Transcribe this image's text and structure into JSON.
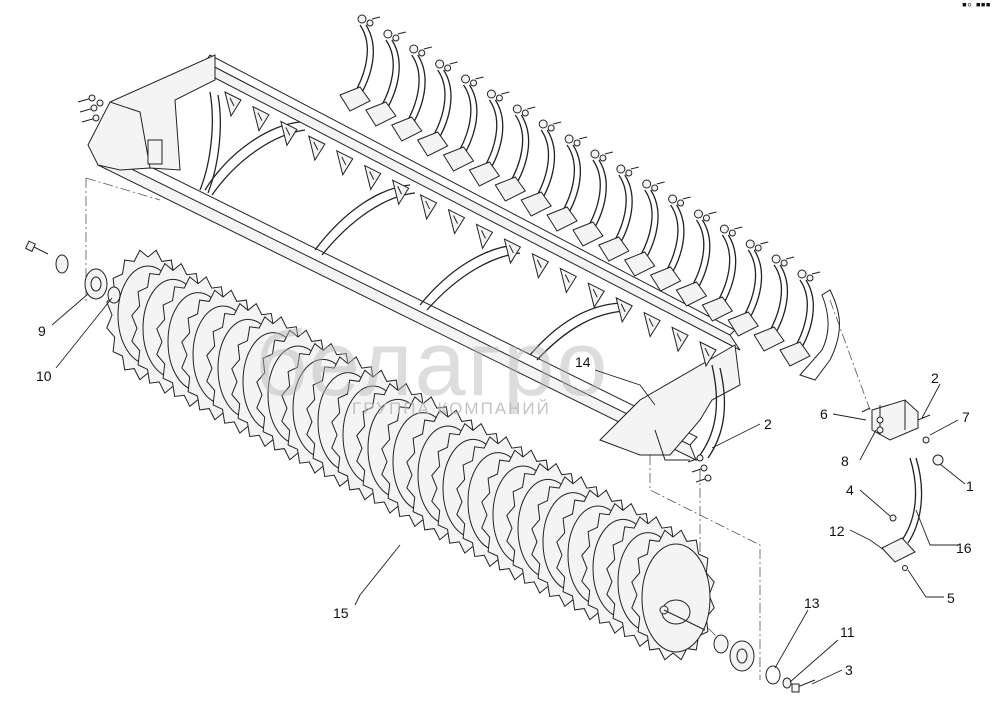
{
  "watermark": {
    "brand": "белагро",
    "subtitle": "ГРУППА КОМПАНИЙ"
  },
  "corner_mark": "▪◦ ▪▪▪",
  "callouts": [
    {
      "id": "c1",
      "text": "1"
    },
    {
      "id": "c2a",
      "text": "2"
    },
    {
      "id": "c2b",
      "text": "2"
    },
    {
      "id": "c3",
      "text": "3"
    },
    {
      "id": "c4",
      "text": "4"
    },
    {
      "id": "c5",
      "text": "5"
    },
    {
      "id": "c6",
      "text": "6"
    },
    {
      "id": "c7",
      "text": "7"
    },
    {
      "id": "c8",
      "text": "8"
    },
    {
      "id": "c9",
      "text": "9"
    },
    {
      "id": "c10",
      "text": "10"
    },
    {
      "id": "c11",
      "text": "11"
    },
    {
      "id": "c12",
      "text": "12"
    },
    {
      "id": "c13",
      "text": "13"
    },
    {
      "id": "c14",
      "text": "14"
    },
    {
      "id": "c15",
      "text": "15"
    },
    {
      "id": "c16",
      "text": "16"
    }
  ]
}
